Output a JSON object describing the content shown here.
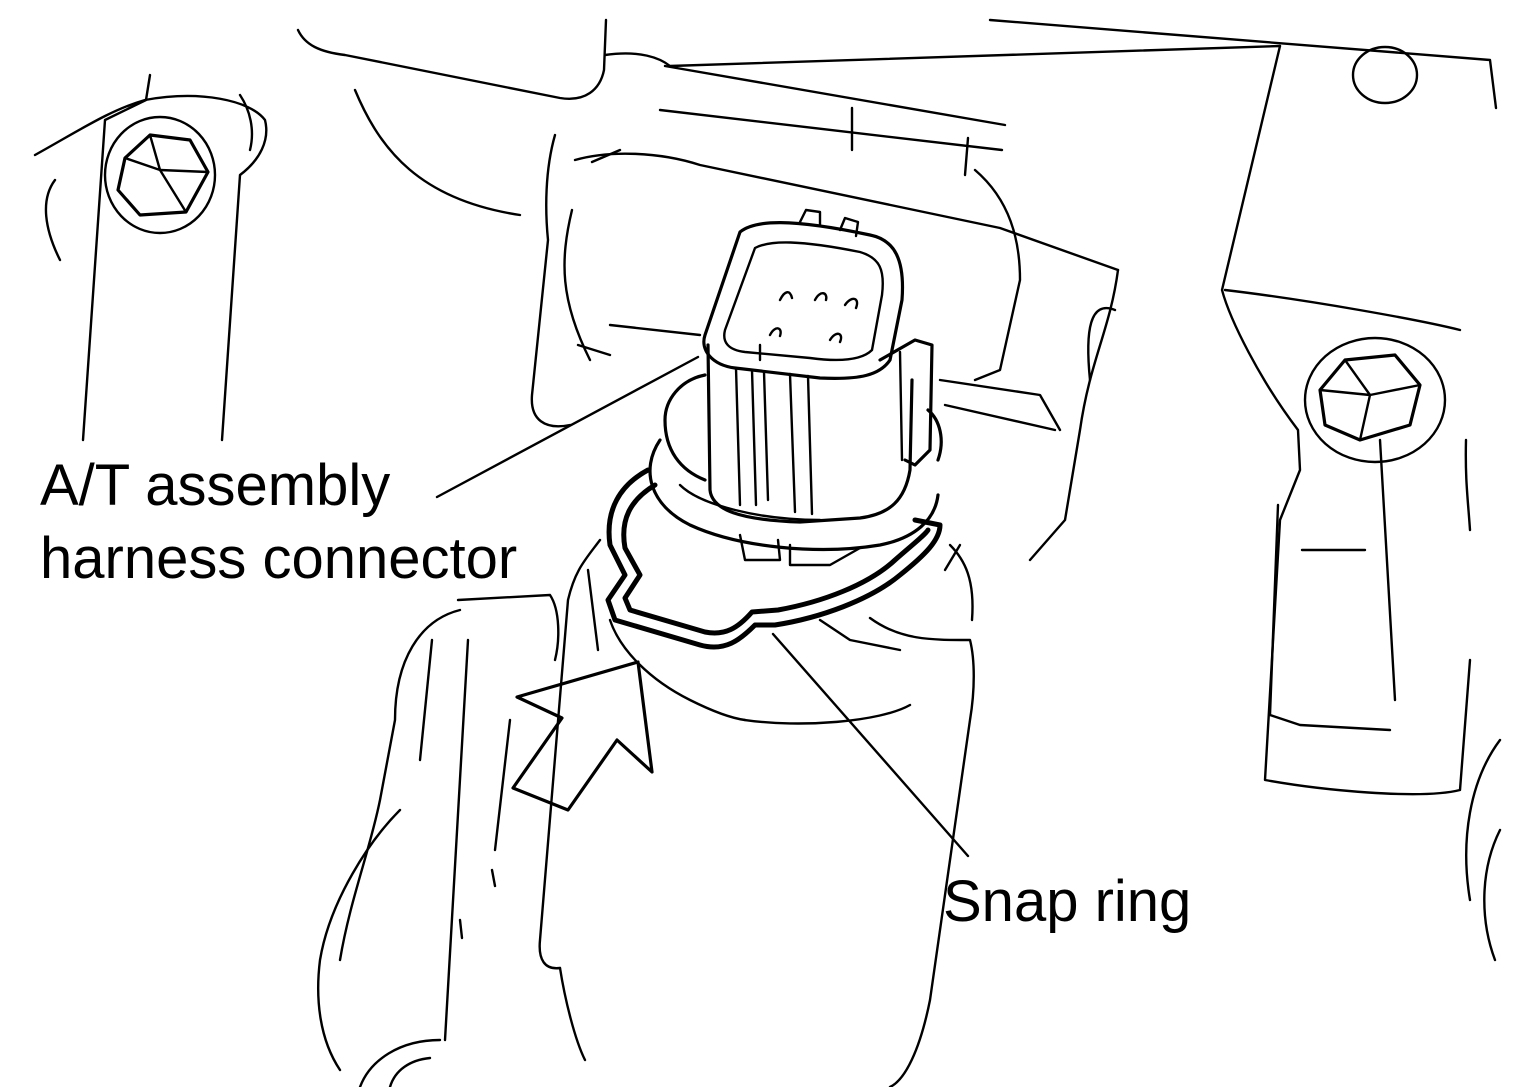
{
  "labels": {
    "connector_line1": "A/T assembly",
    "connector_line2": "harness connector",
    "snap_ring": "Snap ring"
  },
  "colors": {
    "ink": "#000000",
    "paper": "#ffffff"
  }
}
